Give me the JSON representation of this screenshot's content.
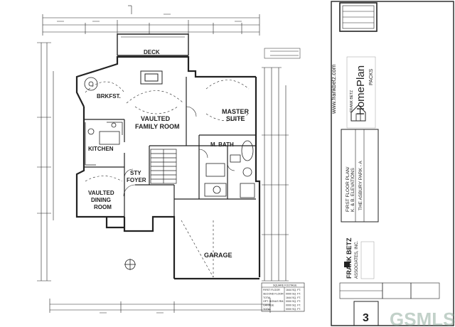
{
  "rooms": {
    "deck": "DECK",
    "brkfst": "BRKFST.",
    "vaulted_family_room_1": "VAULTED",
    "vaulted_family_room_2": "FAMILY ROOM",
    "master_suite_1": "MASTER",
    "master_suite_2": "SUITE",
    "kitchen": "KITCHEN",
    "m_bath": "M. BATH",
    "sty": "STY",
    "foyer": "FOYER",
    "vaulted_dining_room_1": "VAULTED",
    "vaulted_dining_room_2": "DINING",
    "vaulted_dining_room_3": "ROOM",
    "garage": "GARAGE"
  },
  "title_block": {
    "website": "www.frankbetz.com",
    "brand_line_1": "FRANK BETZ",
    "brand_line_2": "HomePlan",
    "brand_line_3": "PACKS",
    "drawing_line_1": "FIRST FLOOR PLAN/",
    "drawing_line_2": "K. & B. ELEVATIONS",
    "plan_name": "THE ASBURY PARK - A",
    "firm_line_1": "FRANK BETZ",
    "firm_line_2": "ASSOCIATES, INC.",
    "sheet_number": "3"
  },
  "square_footage_table": {
    "header": "SQUARE FOOTAGE",
    "rows": [
      {
        "label": "FIRST FLOOR",
        "value": "1644 SQ. FT."
      },
      {
        "label": "SECOND FLOOR",
        "value": "0000 SQ. FT."
      },
      {
        "label": "TOTAL",
        "value": "1644 SQ. FT."
      },
      {
        "label": "OPT. BONUS RM.",
        "value": "0000 SQ. FT."
      },
      {
        "label": "GARAGE",
        "value": "0000 SQ. FT."
      },
      {
        "label": "TOTAL",
        "value": "0000 SQ. FT."
      }
    ]
  },
  "watermark": "GSMLS"
}
